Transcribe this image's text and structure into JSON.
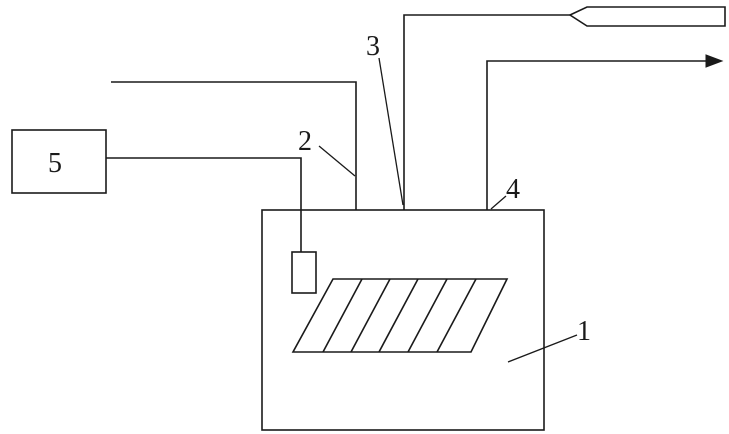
{
  "diagram": {
    "labels": {
      "container": "1",
      "pipe_left": "2",
      "pipe_nozzle": "3",
      "pipe_outlet": "4",
      "controller": "5"
    },
    "colors": {
      "line": "#1a1a1a",
      "background": "#ffffff"
    }
  }
}
